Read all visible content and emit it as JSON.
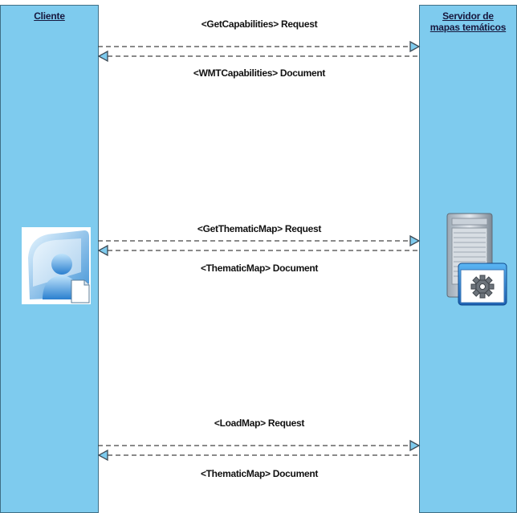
{
  "lanes": {
    "client": {
      "title": "Cliente",
      "icon": "client-user-document-icon"
    },
    "server": {
      "title": "Servidor de mapas temáticos",
      "icon": "server-gear-icon"
    }
  },
  "exchanges": [
    {
      "request": "<GetCapabilities> Request",
      "response": "<WMTCapabilities> Document"
    },
    {
      "request": "<GetThematicMap> Request",
      "response": "<ThematicMap> Document"
    },
    {
      "request": "<LoadMap> Request",
      "response": "<ThematicMap> Document"
    }
  ],
  "colors": {
    "lane": "#7ecbee",
    "arrow": "#444444",
    "title": "#17173d"
  }
}
